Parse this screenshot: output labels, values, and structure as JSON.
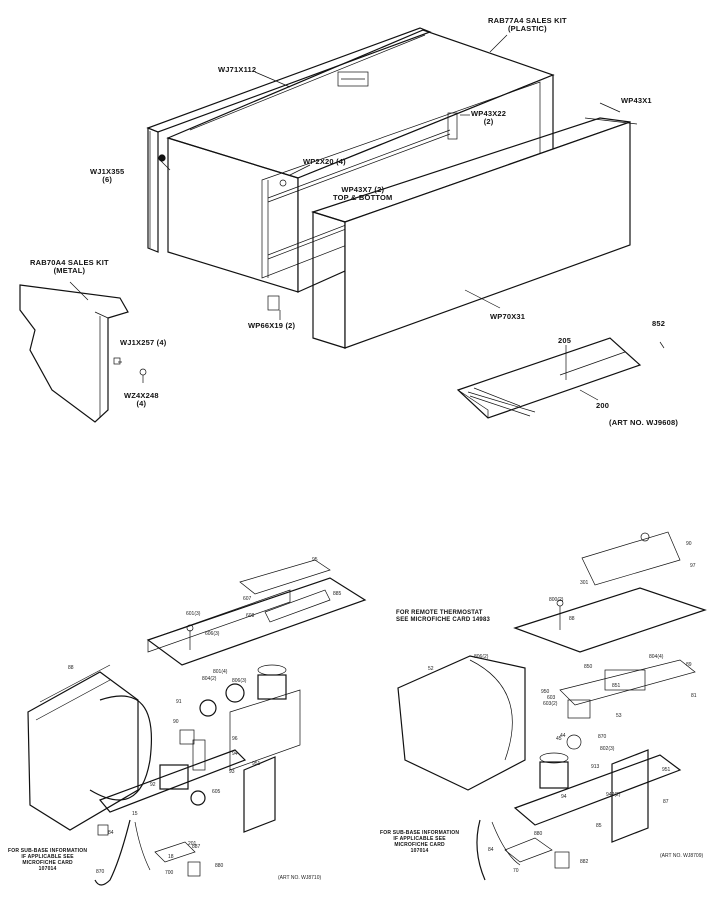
{
  "top_labels": {
    "sales_kit_plastic": [
      "RAB77A4 SALES KIT",
      "(PLASTIC)"
    ],
    "wj71x112": "WJ71X112",
    "wp43x22": [
      "WP43X22",
      "(2)"
    ],
    "wp43x1": "WP43X1",
    "wj1x355": [
      "WJ1X355",
      "(6)"
    ],
    "wp2x20": "WP2X20 (4)",
    "wp43x7": [
      "WP43X7 (2)",
      "TOP & BOTTOM"
    ],
    "sales_kit_metal": [
      "RAB70A4 SALES KIT",
      "(METAL)"
    ],
    "wj1x257": "WJ1X257 (4)",
    "wz4x248": [
      "WZ4X248",
      "(4)"
    ],
    "wp66x19": "WP66X19 (2)",
    "wp70x31": "WP70X31",
    "ref_852": "852",
    "ref_205": "205",
    "ref_200": "200",
    "art_no": "(ART NO. WJ9608)"
  },
  "bottom_labels": {
    "remote_thermostat": [
      "FOR REMOTE THERMOSTAT",
      "SEE MICROFICHE CARD 14983"
    ],
    "left_note": [
      "FOR SUB-BASE INFORMATION",
      "IF APPLICABLE SEE",
      "MICROFICHE CARD",
      "107014"
    ],
    "right_note": [
      "FOR SUB-BASE INFORMATION",
      "IF APPLICABLE SEE",
      "MICROFICHE CARD",
      "107014"
    ],
    "left_art": "(ART NO. WJ8710)",
    "right_art": "(ART NO. WJ8709)"
  },
  "callouts_left": [
    "88",
    "95",
    "885",
    "601(3)",
    "606(3)",
    "608",
    "607",
    "806(3)",
    "804(2)",
    "91",
    "90",
    "801(4)",
    "96",
    "94",
    "92",
    "93",
    "951",
    "15",
    "605",
    "84",
    "18",
    "201",
    "870",
    "700",
    "887",
    "880"
  ],
  "callouts_right": [
    "90",
    "97",
    "301",
    "800(2)",
    "88",
    "45",
    "52",
    "806(2)",
    "850",
    "851",
    "950",
    "804(4)",
    "53",
    "603",
    "603(2)",
    "89",
    "81",
    "870",
    "44",
    "802(3)",
    "913",
    "942(2)",
    "951",
    "87",
    "85",
    "94",
    "880",
    "84",
    "70",
    "882"
  ]
}
